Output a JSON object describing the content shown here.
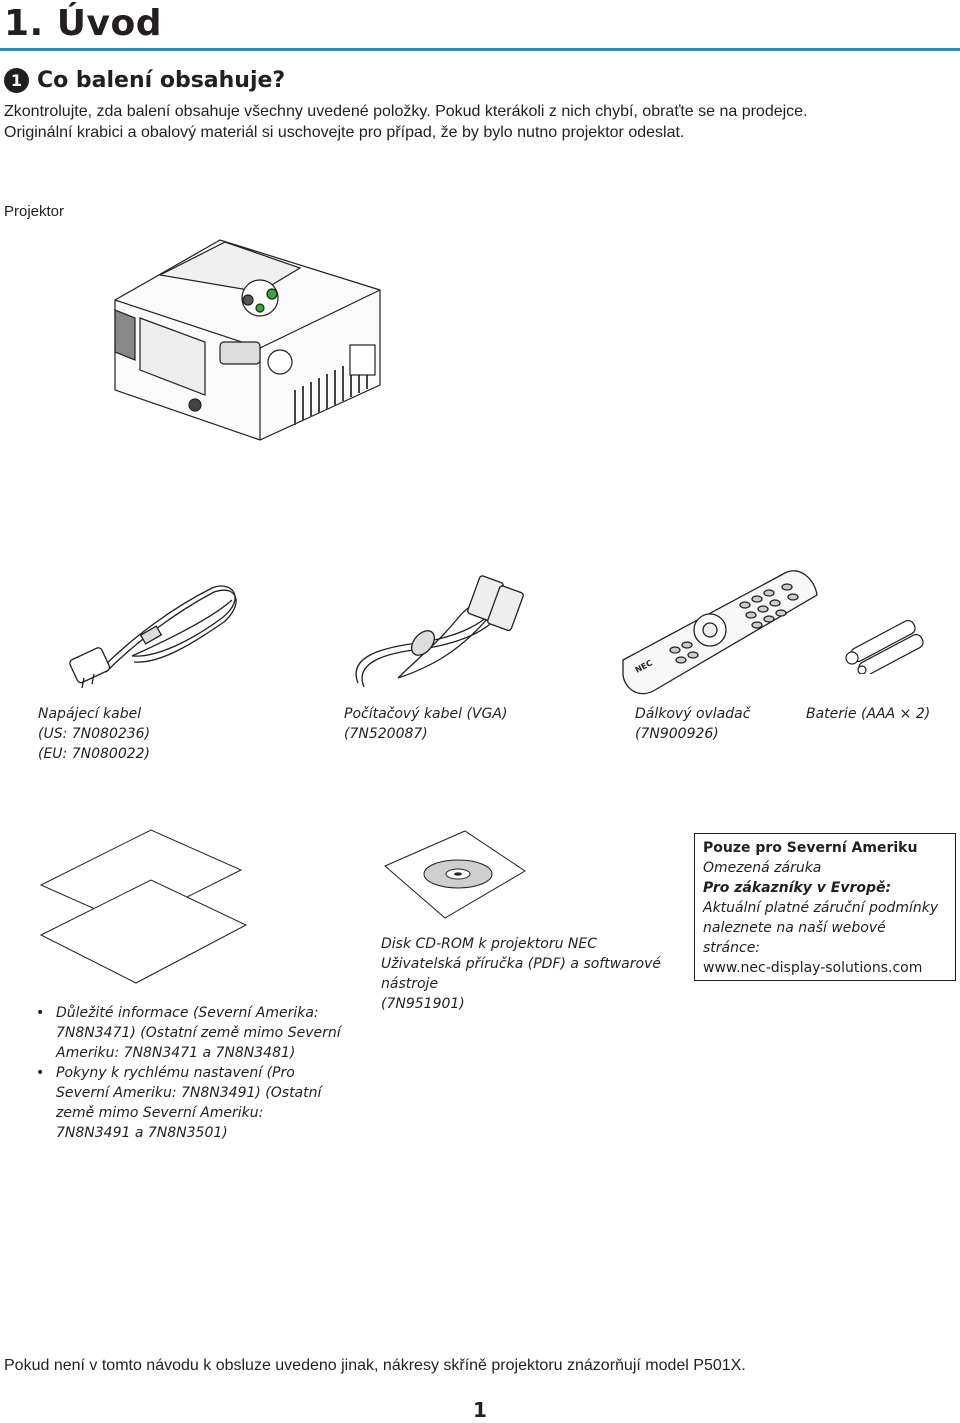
{
  "chapter": {
    "title": "1. Úvod"
  },
  "section": {
    "number": "1",
    "title": "Co balení obsahuje?"
  },
  "intro": {
    "line1": "Zkontrolujte, zda balení obsahuje všechny uvedené položky. Pokud kterákoli z nich chybí, obraťte se na prodejce.",
    "line2": "Originální krabici a obalový materiál si uschovejte pro případ, že by bylo nutno projektor odeslat."
  },
  "projector": {
    "label": "Projektor"
  },
  "power_cable": {
    "name": "Napájecí kabel",
    "us": "(US: 7N080236)",
    "eu": "(EU: 7N080022)"
  },
  "vga_cable": {
    "name": "Počítačový kabel (VGA)",
    "code": "(7N520087)"
  },
  "remote": {
    "name": "Dálkový ovladač",
    "code": "(7N900926)",
    "brand": "NEC"
  },
  "batteries": {
    "name": "Baterie (AAA × 2)"
  },
  "documents": {
    "item1": "Důležité informace (Severní Amerika: 7N8N3471) (Ostatní země mimo Severní Ameriku: 7N8N3471 a 7N8N3481)",
    "item2": "Pokyny k rychlému nastavení (Pro Severní Ameriku: 7N8N3491) (Ostatní země mimo Severní Ameriku: 7N8N3491 a 7N8N3501)"
  },
  "cdrom": {
    "line1": "Disk CD-ROM k projektoru NEC",
    "line2": "Uživatelská příručka (PDF) a softwarové",
    "line3": "nástroje",
    "code": "(7N951901)"
  },
  "warranty_box": {
    "heading1": "Pouze pro Severní Ameriku",
    "line1": "Omezená záruka",
    "heading2": "Pro zákazníky v Evropě:",
    "line2": "Aktuální platné záruční podmínky",
    "line3": "naleznete na naší webové stránce:",
    "url": "www.nec-display-solutions.com"
  },
  "footer": {
    "note": "Pokud není v tomto návodu k obsluze uvedeno jinak, nákresy skříně projektoru znázorňují model P501X."
  },
  "page": {
    "number": "1"
  }
}
